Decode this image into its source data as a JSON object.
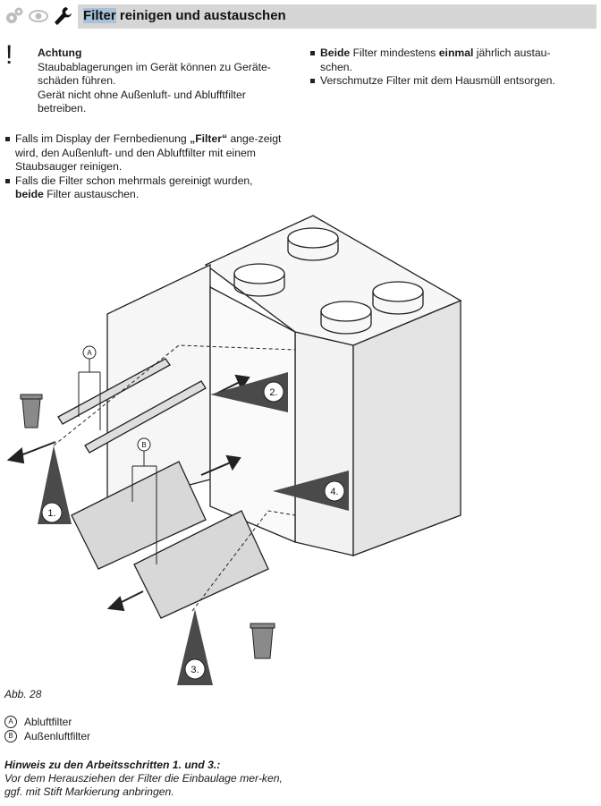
{
  "header": {
    "icons": [
      "gears-icon",
      "eye-icon",
      "wrench-icon"
    ],
    "title_highlight": "Filter",
    "title_rest": " reinigen und austauschen"
  },
  "warning": {
    "mark": "!",
    "heading": "Achtung",
    "line1": "Staubablagerungen im Gerät können zu Geräte-schäden führen.",
    "line2": "Gerät nicht ohne Außenluft- und Ablufftfilter betreiben."
  },
  "right_bullets": [
    {
      "pre": "",
      "b1": "Beide",
      "mid": " Filter mindestens ",
      "b2": "einmal",
      "post": " jährlich austau-schen."
    },
    {
      "text": "Verschmutze Filter mit dem Hausmüll entsorgen."
    }
  ],
  "left_bullets": [
    {
      "pre": "Falls im Display der Fernbedienung ",
      "bold": "„Filter“",
      "post": " ange-zeigt wird, den Außenluft- und den Abluftfilter mit einem Staubsauger reinigen."
    },
    {
      "pre": "Falls die Filter schon mehrmals gereinigt wurden, ",
      "bold": "beide",
      "post": " Filter austauschen."
    }
  ],
  "figure": {
    "labels": {
      "a": "A",
      "b": "B"
    },
    "steps": [
      "1.",
      "2.",
      "3.",
      "4."
    ]
  },
  "caption": "Abb. 28",
  "legend": [
    {
      "key": "A",
      "text": "Abluftfilter"
    },
    {
      "key": "B",
      "text": "Außenluftfilter"
    }
  ],
  "hint": {
    "title": "Hinweis zu den Arbeitsschritten 1. und 3.:",
    "body": "Vor dem Herausziehen der Filter die Einbaulage mer-ken, ggf. mit Stift Markierung anbringen."
  }
}
